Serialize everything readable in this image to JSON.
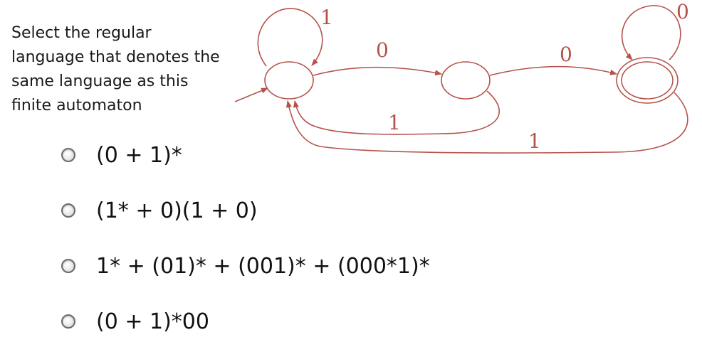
{
  "question": {
    "text": "Select the regular\nlanguage that denotes the\nsame language as this\nfinite automaton"
  },
  "automaton": {
    "color": "#b5524a",
    "labels": {
      "self_loop_q0": "1",
      "q0_to_q1": "0",
      "q1_to_q2": "0",
      "self_loop_q2": "0",
      "q1_to_q0": "1",
      "q2_to_q0": "1"
    }
  },
  "options": [
    {
      "label": "(0 + 1)*"
    },
    {
      "label": "(1* + 0)(1 + 0)"
    },
    {
      "label": "1* + (01)* + (001)* + (000*1)*"
    },
    {
      "label": "(0 + 1)*00"
    }
  ]
}
